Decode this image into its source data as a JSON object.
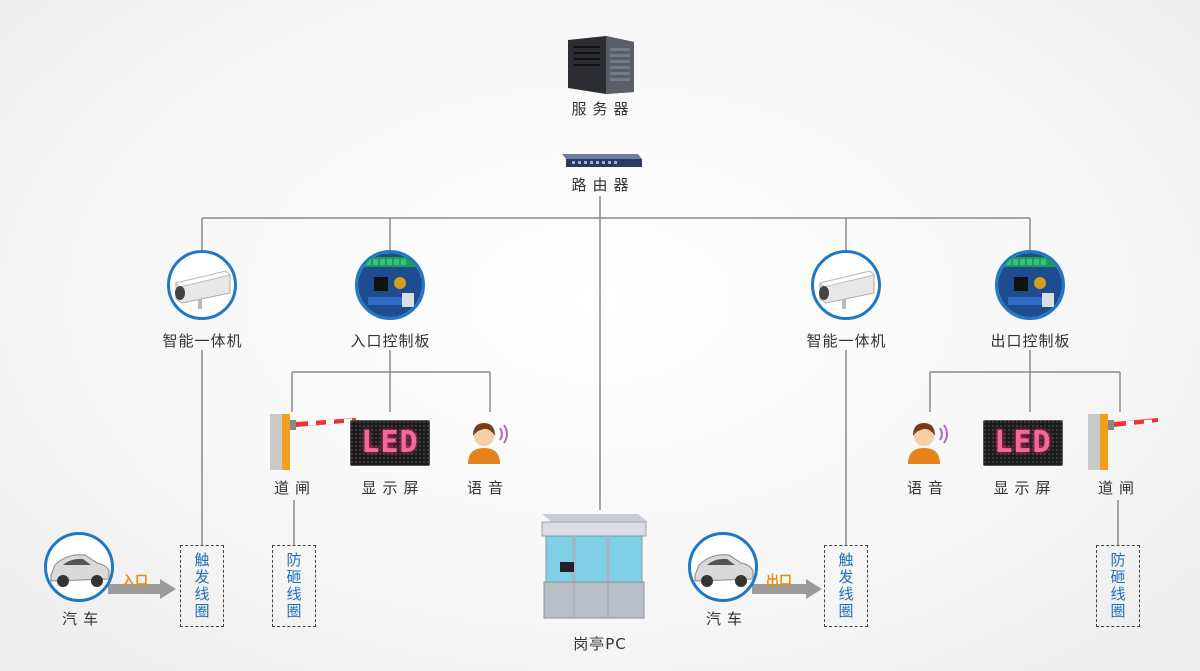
{
  "server": {
    "label": "服务器"
  },
  "router": {
    "label": "路由器"
  },
  "left": {
    "camera_label": "智能一体机",
    "board_label": "入口控制板",
    "barrier_label": "道闸",
    "display_label": "显示屏",
    "display_text": "LED",
    "voice_label": "语音",
    "car_label": "汽车",
    "direction_label": "入口",
    "trigger_coil": [
      "触",
      "发",
      "线",
      "圈"
    ],
    "anti_coil": [
      "防",
      "砸",
      "线",
      "圈"
    ]
  },
  "right": {
    "camera_label": "智能一体机",
    "board_label": "出口控制板",
    "barrier_label": "道闸",
    "display_label": "显示屏",
    "display_text": "LED",
    "voice_label": "语音",
    "car_label": "汽车",
    "direction_label": "出口",
    "trigger_coil": [
      "触",
      "发",
      "线",
      "圈"
    ],
    "anti_coil": [
      "防",
      "砸",
      "线",
      "圈"
    ]
  },
  "booth": {
    "label": "岗亭PC"
  },
  "colors": {
    "accent": "#1e78c8",
    "line": "#888888",
    "arrow": "#e78a10",
    "coil_text": "#1d6fc0"
  }
}
